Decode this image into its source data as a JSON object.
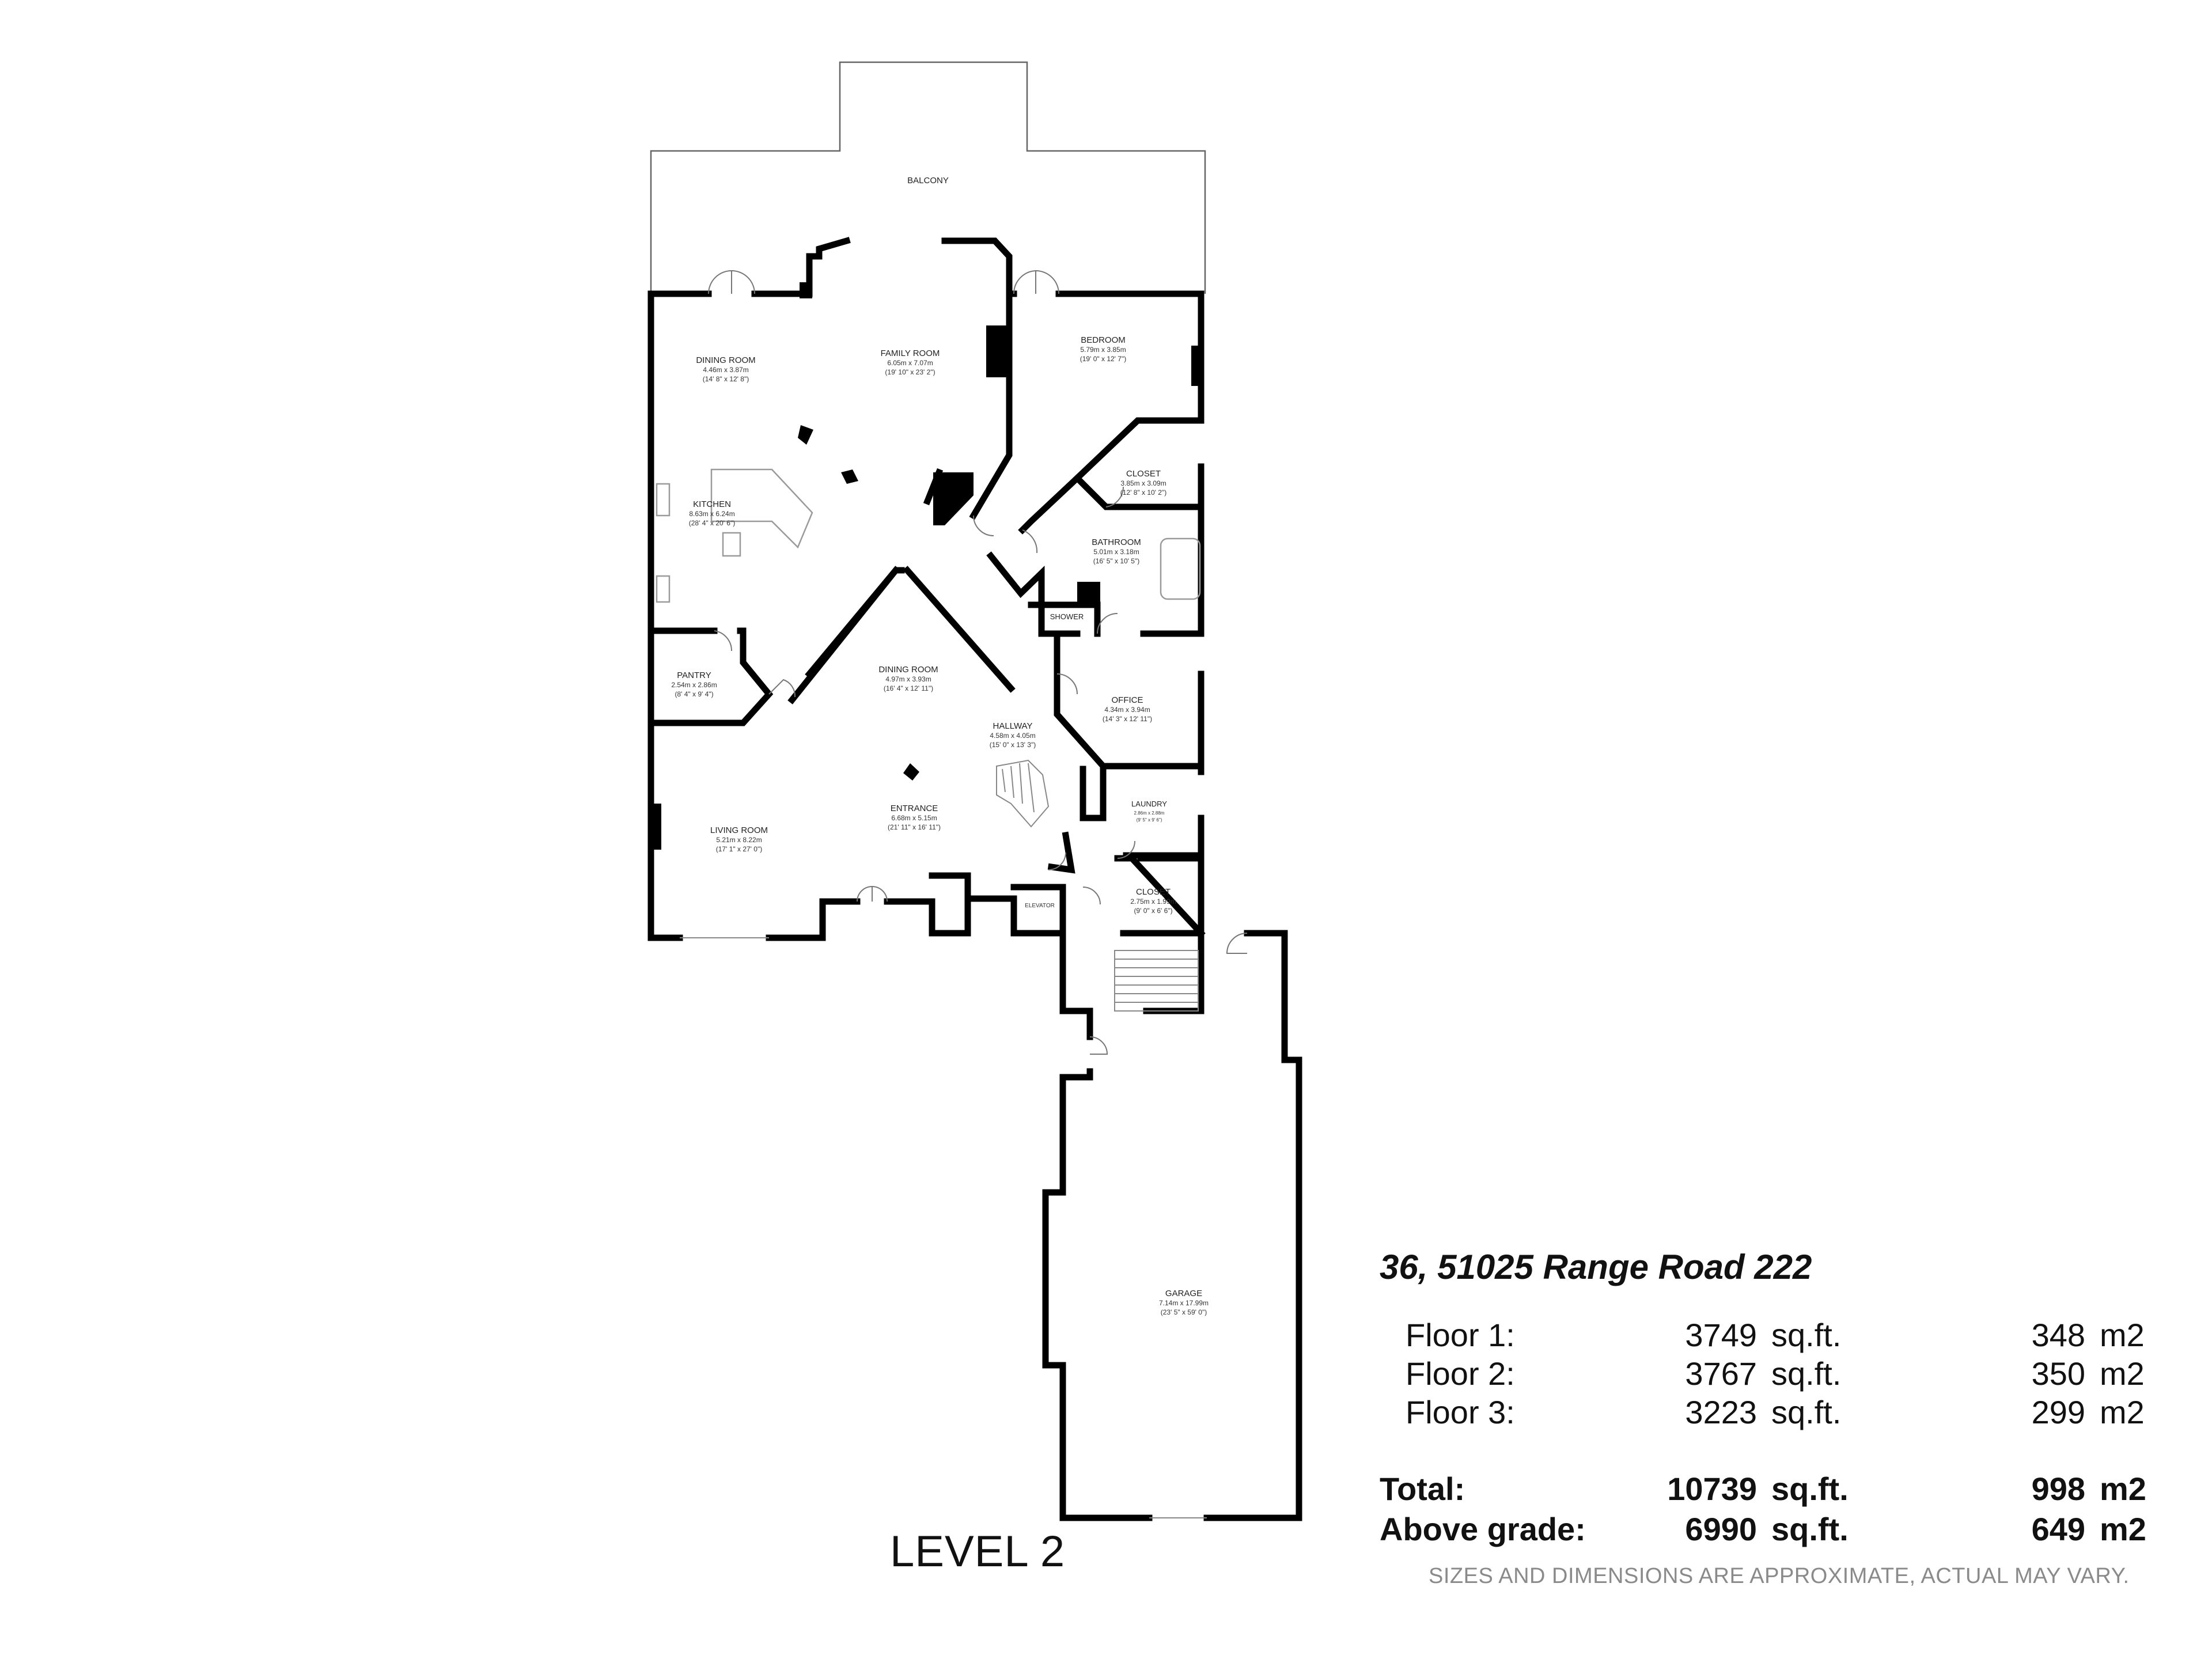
{
  "level": "LEVEL 2",
  "address": "36, 51025 Range Road 222",
  "rooms": [
    {
      "name": "BALCONY",
      "dims_metric": "",
      "dims_imperial": ""
    },
    {
      "name": "DINING ROOM",
      "dims_metric": "4.46m x 3.87m",
      "dims_imperial": "(14' 8\" x 12' 8\")"
    },
    {
      "name": "FAMILY ROOM",
      "dims_metric": "6.05m x 7.07m",
      "dims_imperial": "(19' 10\" x 23' 2\")"
    },
    {
      "name": "BEDROOM",
      "dims_metric": "5.79m x 3.85m",
      "dims_imperial": "(19' 0\" x 12' 7\")"
    },
    {
      "name": "CLOSET",
      "dims_metric": "3.85m x 3.09m",
      "dims_imperial": "(12' 8\" x 10' 2\")"
    },
    {
      "name": "KITCHEN",
      "dims_metric": "8.63m x 6.24m",
      "dims_imperial": "(28' 4\" x 20' 6\")"
    },
    {
      "name": "BATHROOM",
      "dims_metric": "5.01m x 3.18m",
      "dims_imperial": "(16' 5\" x 10' 5\")"
    },
    {
      "name": "SHOWER",
      "dims_metric": "",
      "dims_imperial": ""
    },
    {
      "name": "DINING ROOM",
      "dims_metric": "4.97m x 3.93m",
      "dims_imperial": "(16' 4\" x 12' 11\")"
    },
    {
      "name": "PANTRY",
      "dims_metric": "2.54m x 2.86m",
      "dims_imperial": "(8' 4\" x 9' 4\")"
    },
    {
      "name": "OFFICE",
      "dims_metric": "4.34m x 3.94m",
      "dims_imperial": "(14' 3\" x 12' 11\")"
    },
    {
      "name": "HALLWAY",
      "dims_metric": "4.58m x 4.05m",
      "dims_imperial": "(15' 0\" x 13' 3\")"
    },
    {
      "name": "LAUNDRY",
      "dims_metric": "2.86m x 2.88m",
      "dims_imperial": "(9' 5\" x 9' 6\")"
    },
    {
      "name": "ENTRANCE",
      "dims_metric": "6.68m x 5.15m",
      "dims_imperial": "(21' 11\" x 16' 11\")"
    },
    {
      "name": "LIVING ROOM",
      "dims_metric": "5.21m x 8.22m",
      "dims_imperial": "(17' 1\" x 27' 0\")"
    },
    {
      "name": "CLOSET",
      "dims_metric": "2.75m x 1.99m",
      "dims_imperial": "(9' 0\" x 6' 6\")"
    },
    {
      "name": "ELEVATOR",
      "dims_metric": "",
      "dims_imperial": ""
    },
    {
      "name": "GARAGE",
      "dims_metric": "7.14m x 17.99m",
      "dims_imperial": "(23' 5\" x 59' 0\")"
    }
  ],
  "floors": [
    {
      "label": "Floor 1:",
      "sqft": "3749",
      "sqft_unit": "sq.ft.",
      "m2": "348",
      "m2_unit": "m2"
    },
    {
      "label": "Floor 2:",
      "sqft": "3767",
      "sqft_unit": "sq.ft.",
      "m2": "350",
      "m2_unit": "m2"
    },
    {
      "label": "Floor 3:",
      "sqft": "3223",
      "sqft_unit": "sq.ft.",
      "m2": "299",
      "m2_unit": "m2"
    }
  ],
  "totals": [
    {
      "label": "Total:",
      "sqft": "10739",
      "sqft_unit": "sq.ft.",
      "m2": "998",
      "m2_unit": "m2"
    },
    {
      "label": "Above grade:",
      "sqft": "6990",
      "sqft_unit": "sq.ft.",
      "m2": "649",
      "m2_unit": "m2"
    }
  ],
  "disclaimer": "SIZES AND DIMENSIONS ARE APPROXIMATE, ACTUAL MAY VARY."
}
